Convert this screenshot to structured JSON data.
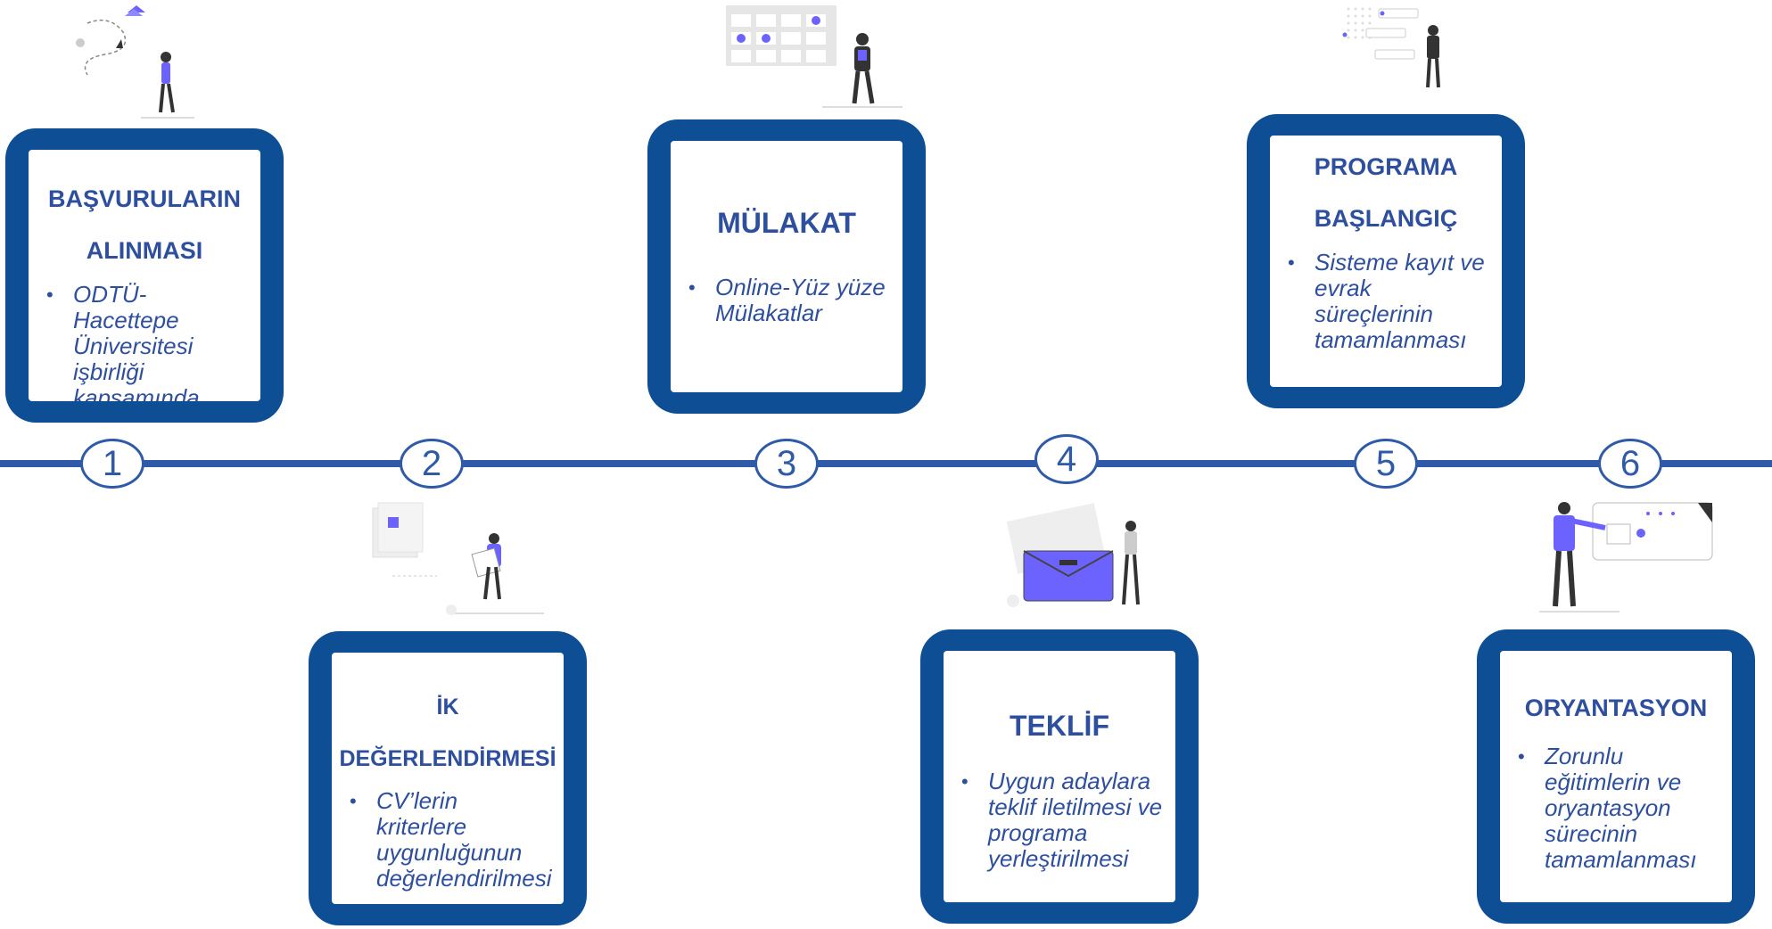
{
  "steps": [
    {
      "number": "1",
      "title_lines": [
        "BAŞVURULARIN",
        "ALINMASI"
      ],
      "bullets": [
        "ODTÜ-Hacettepe Üniversitesi işbirliği kapsamında"
      ]
    },
    {
      "number": "2",
      "title_lines": [
        "İK",
        "DEĞERLENDİRMESİ"
      ],
      "bullets": [
        "CV’lerin kriterlere uygunluğunun değerlendirilmesi"
      ]
    },
    {
      "number": "3",
      "title_lines": [
        "MÜLAKAT"
      ],
      "bullets": [
        "Online-Yüz yüze Mülakatlar"
      ]
    },
    {
      "number": "4",
      "title_lines": [
        "TEKLİF"
      ],
      "bullets": [
        "Uygun adaylara teklif iletilmesi ve programa yerleştirilmesi"
      ]
    },
    {
      "number": "5",
      "title_lines": [
        "PROGRAMA",
        "BAŞLANGIÇ"
      ],
      "bullets": [
        "Sisteme kayıt ve evrak süreçlerinin tamamlanması"
      ]
    },
    {
      "number": "6",
      "title_lines": [
        "ORYANTASYON"
      ],
      "bullets": [
        "Zorunlu eğitimlerin ve oryantasyon sürecinin tamamlanması"
      ]
    }
  ],
  "colors": {
    "card_border": "#0d4e95",
    "text": "#2e4f9e",
    "line": "#2e5aa8",
    "accent": "#6c63ff"
  },
  "icons": [
    "travel-path-illustration",
    "calendar-illustration",
    "dashboard-illustration",
    "documents-illustration",
    "envelope-illustration",
    "presentation-illustration"
  ]
}
